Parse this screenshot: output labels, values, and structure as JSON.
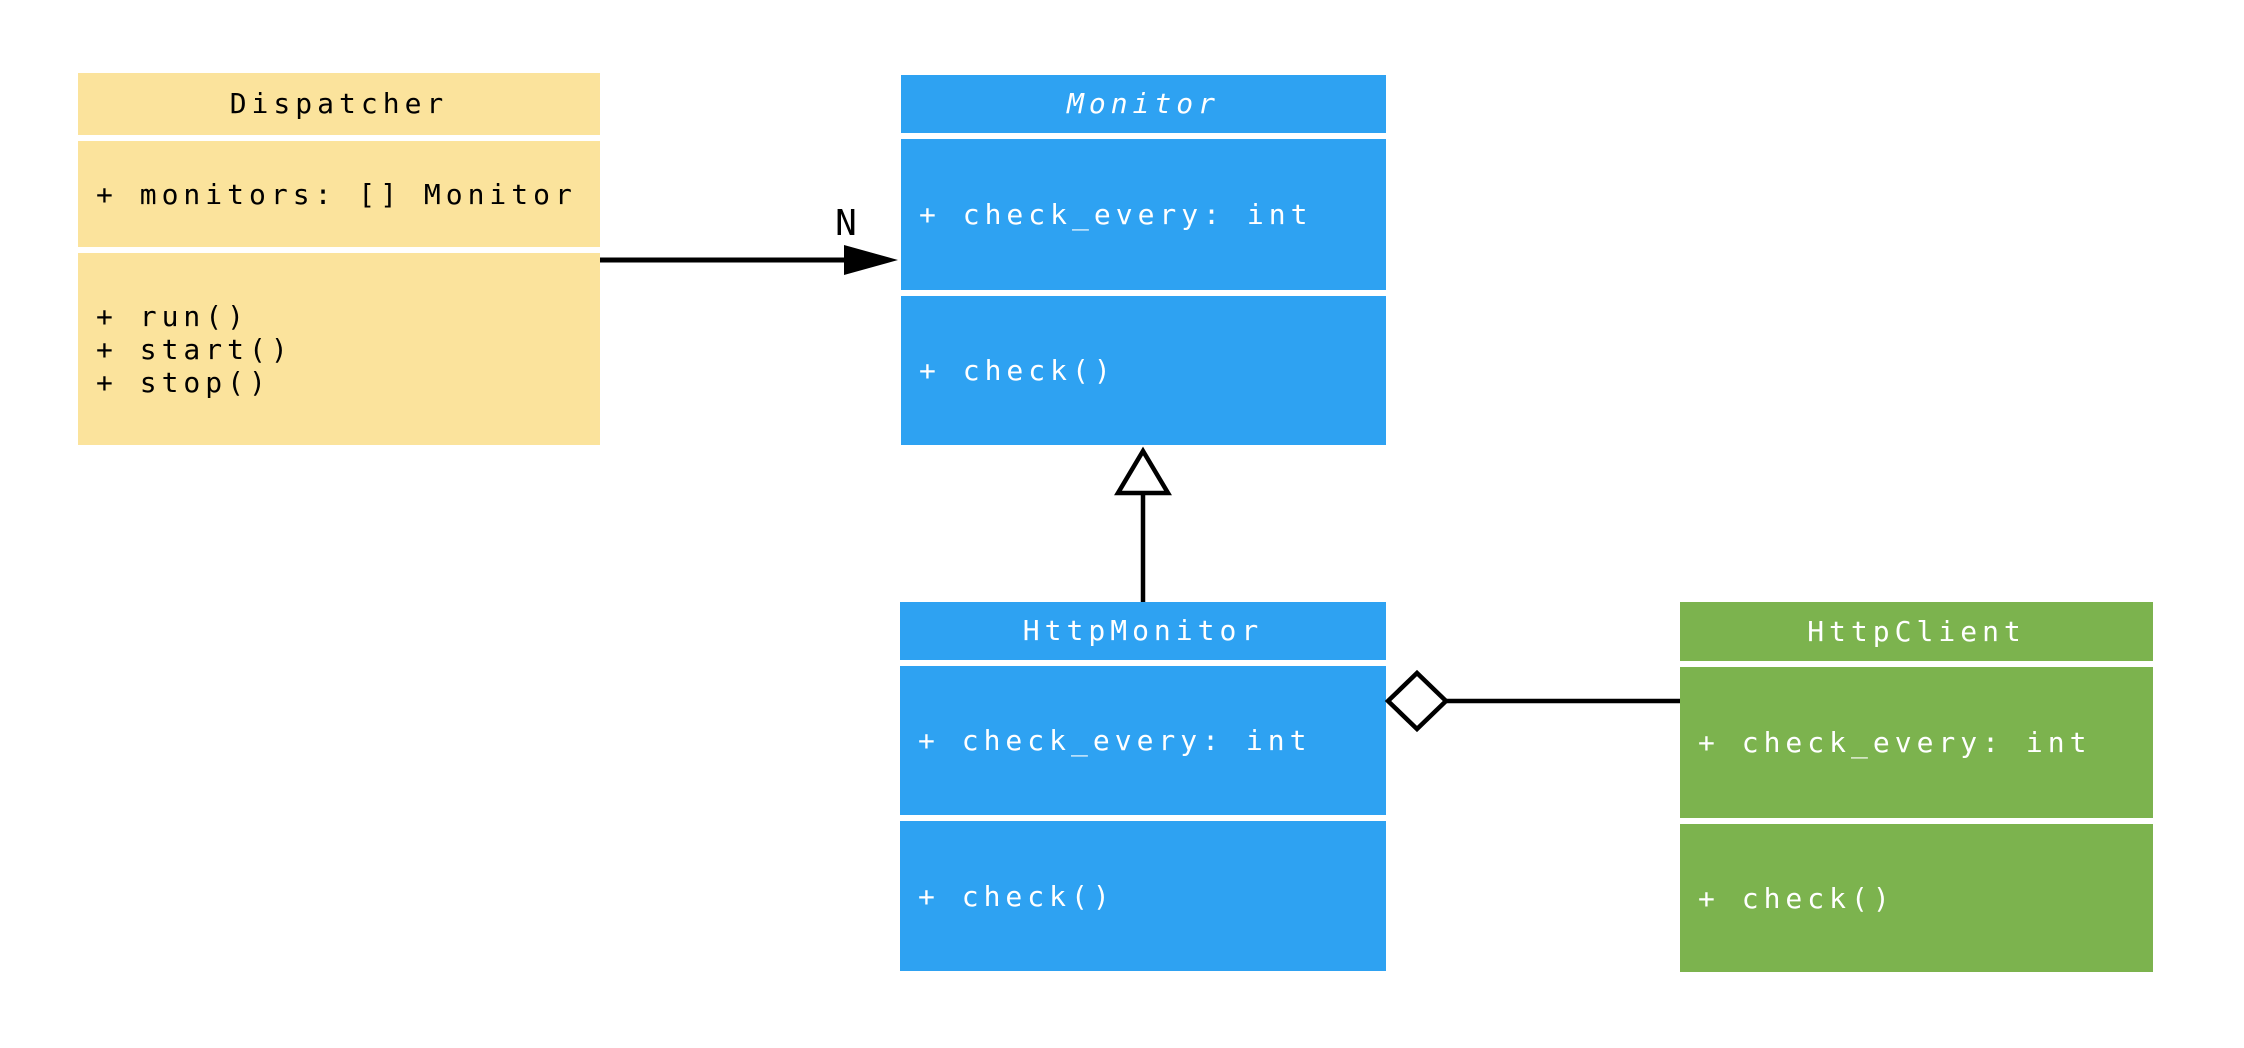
{
  "diagram": {
    "type": "uml-class-diagram",
    "background_color": "#ffffff",
    "line_color": "#000000",
    "classes": [
      {
        "id": "dispatcher",
        "name": "Dispatcher",
        "abstract": false,
        "color": "#FBE39C",
        "text_color": "#000000",
        "attributes": [
          "+ monitors: [] Monitor"
        ],
        "methods": [
          "+ run()",
          "+ start()",
          "+ stop()"
        ]
      },
      {
        "id": "monitor",
        "name": "Monitor",
        "abstract": true,
        "color": "#2EA2F2",
        "text_color": "#ffffff",
        "attributes": [
          "+ check_every: int"
        ],
        "methods": [
          "+ check()"
        ]
      },
      {
        "id": "http-monitor",
        "name": "HttpMonitor",
        "abstract": false,
        "color": "#2EA2F2",
        "text_color": "#ffffff",
        "attributes": [
          "+ check_every: int"
        ],
        "methods": [
          "+ check()"
        ]
      },
      {
        "id": "http-client",
        "name": "HttpClient",
        "abstract": false,
        "color": "#7CB34E",
        "text_color": "#ffffff",
        "attributes": [
          "+ check_every: int"
        ],
        "methods": [
          "+ check()"
        ]
      }
    ],
    "relations": [
      {
        "type": "directed-association",
        "from": "Dispatcher",
        "to": "Monitor",
        "label": "N"
      },
      {
        "type": "inheritance",
        "from": "HttpMonitor",
        "to": "Monitor",
        "label": ""
      },
      {
        "type": "aggregation",
        "from": "HttpMonitor",
        "to": "HttpClient",
        "label": ""
      }
    ]
  }
}
